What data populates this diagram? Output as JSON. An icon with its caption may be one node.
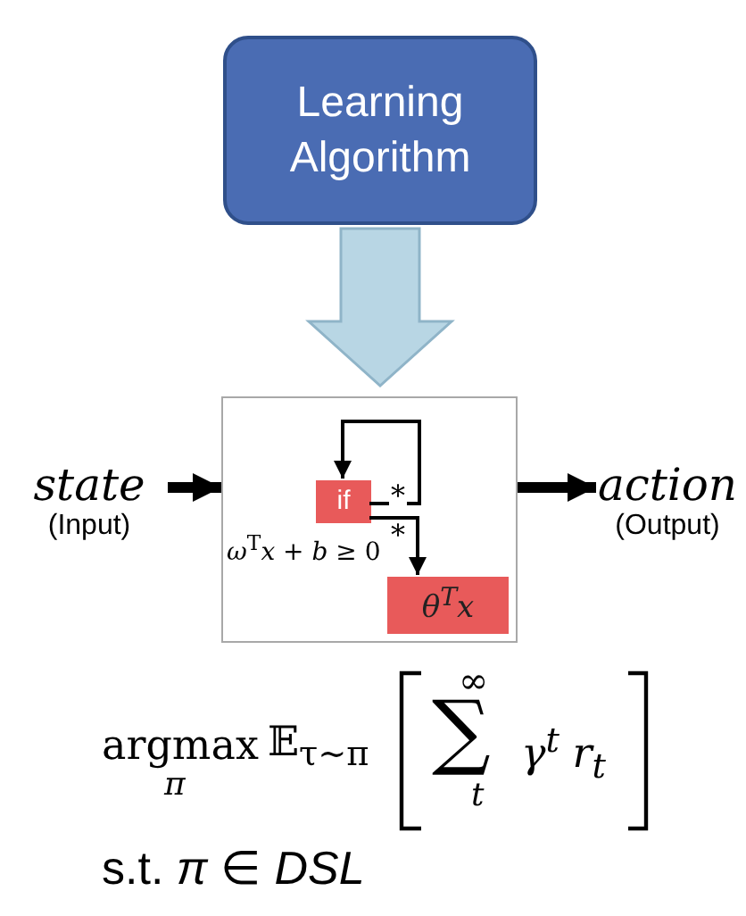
{
  "diagram": {
    "nodes": [
      {
        "text": [
          "Learning Algorithm"
        ]
      },
      {
        "text": [],
        "shape": "box"
      },
      {
        "text": [
          "if"
        ],
        "in": 1,
        "beside": [
          "*ω*$^{T}$*x* + *b* ≥ 0"
        ]
      },
      {
        "text": [
          "θ$^{T}$x"
        ],
        "in": 1
      },
      {
        "text": [
          "state",
          "(Input)"
        ]
      },
      {
        "text": [
          "action",
          "(Output)"
        ]
      }
    ],
    "edges": [
      {
        "from": 0,
        "to": 1,
        "arrow": "to",
        "style": "thick",
        "color": "#b8d6e4"
      },
      {
        "from": 2,
        "to": 2,
        "arrow": "to",
        "label": "*"
      },
      {
        "from": 2,
        "to": 3,
        "arrow": "to",
        "label": "*"
      },
      {
        "from": 4,
        "to": 1,
        "arrow": "to",
        "style": "thick"
      },
      {
        "from": 1,
        "to": 5,
        "arrow": "to",
        "style": "thick"
      }
    ],
    "labels": [
      "argmax",
      "π",
      "𝔼$_{τ∼π}$",
      "∞",
      "∑",
      "t",
      "γ$^{t}$ r$_{t}$",
      "s.t. *π* ∈ *DSL*"
    ]
  }
}
